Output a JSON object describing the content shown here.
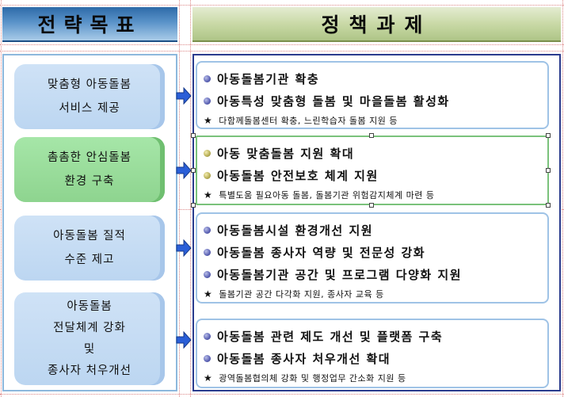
{
  "headers": {
    "strategy_goal": "전략목표",
    "policy_tasks": "정책과제"
  },
  "strategies": [
    {
      "lines": [
        "맞춤형 아동돌봄",
        "서비스 제공"
      ]
    },
    {
      "lines": [
        "촘촘한 안심돌봄",
        "환경 구축"
      ]
    },
    {
      "lines": [
        "아동돌봄 질적",
        "수준 제고"
      ]
    },
    {
      "lines": [
        "아동돌봄",
        "전달체계 강화",
        "및",
        "종사자 처우개선"
      ]
    }
  ],
  "policies": [
    {
      "items": [
        "아동돌봄기관 확충",
        "아동특성 맞춤형 돌봄 및 마을돌봄 활성화"
      ],
      "note": "다함께돌봄센터 확충, 느린학습자 돌봄 지원 등"
    },
    {
      "items": [
        "아동 맞춤돌봄 지원 확대",
        "아동돌봄 안전보호 체계 지원"
      ],
      "note": "특별도움 필요아동 돌봄, 돌봄기관 위험감지체계 마련 등"
    },
    {
      "items": [
        "아동돌봄시설 환경개선 지원",
        "아동돌봄 종사자 역량 및 전문성 강화",
        "아동돌봄기관 공간 및 프로그램 다양화 지원"
      ],
      "note": "돌봄기관 공간 다각화 지원, 종사자 교육 등"
    },
    {
      "items": [
        "아동돌봄 관련 제도 개선 및 플랫폼 구축",
        "아동돌봄 종사자 처우개선 확대"
      ],
      "note": "광역돌봄협의체 강화 및 행정업무 간소화 지원 등"
    }
  ],
  "icons": {
    "bullet": "blue-sphere-bullet-icon",
    "bullet_alt": "olive-sphere-bullet-icon",
    "note": "black-star-icon",
    "arrow": "blue-right-arrow-icon"
  },
  "colors": {
    "left_header": "#2e6aa8",
    "right_header": "#c9d9a6",
    "strategy_blue": "#cfe2f6",
    "strategy_green": "#a6e6a8",
    "panel_border": "#2b3c8e"
  }
}
